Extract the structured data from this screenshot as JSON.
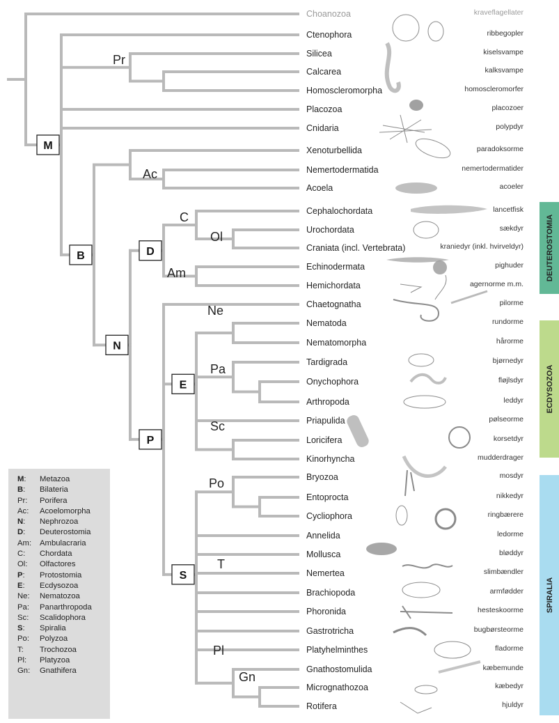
{
  "taxa": [
    {
      "name": "Choanozoa",
      "common": "kraveflagellater",
      "muted": true
    },
    {
      "name": "Ctenophora",
      "common": "ribbegopler"
    },
    {
      "name": "Silicea",
      "common": "kiselsvampe"
    },
    {
      "name": "Calcarea",
      "common": "kalksvampe"
    },
    {
      "name": "Homoscleromorpha",
      "common": "homoscleromorfer"
    },
    {
      "name": "Placozoa",
      "common": "placozoer"
    },
    {
      "name": "Cnidaria",
      "common": "polypdyr"
    },
    {
      "name": "Xenoturbellida",
      "common": "paradoksorme"
    },
    {
      "name": "Nemertodermatida",
      "common": "nemertodermatider"
    },
    {
      "name": "Acoela",
      "common": "acoeler"
    },
    {
      "name": "Cephalochordata",
      "common": "lancetfisk"
    },
    {
      "name": "Urochordata",
      "common": "sækdyr"
    },
    {
      "name": "Craniata (incl. Vertebrata)",
      "common": "kraniedyr (inkl. hvirveldyr)"
    },
    {
      "name": "Echinodermata",
      "common": "pighuder"
    },
    {
      "name": "Hemichordata",
      "common": "agernorme m.m."
    },
    {
      "name": "Chaetognatha",
      "common": "pilorme"
    },
    {
      "name": "Nematoda",
      "common": "rundorme"
    },
    {
      "name": "Nematomorpha",
      "common": "hårorme"
    },
    {
      "name": "Tardigrada",
      "common": "bjørnedyr"
    },
    {
      "name": "Onychophora",
      "common": "fløjlsdyr"
    },
    {
      "name": "Arthropoda",
      "common": "leddyr"
    },
    {
      "name": "Priapulida",
      "common": "pølseorme"
    },
    {
      "name": "Loricifera",
      "common": "korsetdyr"
    },
    {
      "name": "Kinorhyncha",
      "common": "mudderdrager"
    },
    {
      "name": "Bryozoa",
      "common": "mosdyr"
    },
    {
      "name": "Entoprocta",
      "common": "nikkedyr"
    },
    {
      "name": "Cycliophora",
      "common": "ringbærere"
    },
    {
      "name": "Annelida",
      "common": "ledorme"
    },
    {
      "name": "Mollusca",
      "common": "bløddyr"
    },
    {
      "name": "Nemertea",
      "common": "slimbændler"
    },
    {
      "name": "Brachiopoda",
      "common": "armfødder"
    },
    {
      "name": "Phoronida",
      "common": "hesteskoorme"
    },
    {
      "name": "Gastrotricha",
      "common": "bugbørsteorme"
    },
    {
      "name": "Platyhelminthes",
      "common": "fladorme"
    },
    {
      "name": "Gnathostomulida",
      "common": "kæbemunde"
    },
    {
      "name": "Micrognathozoa",
      "common": "kæbedyr"
    },
    {
      "name": "Rotifera",
      "common": "hjuldyr"
    }
  ],
  "clade_labels": {
    "Pr": "Pr",
    "Ac": "Ac",
    "C": "C",
    "Ol": "Ol",
    "Am": "Am",
    "Ne": "Ne",
    "Pa": "Pa",
    "Sc": "Sc",
    "Po": "Po",
    "T": "T",
    "Pl": "Pl",
    "Gn": "Gn"
  },
  "boxed_clades": {
    "M": "M",
    "B": "B",
    "N": "N",
    "D": "D",
    "E": "E",
    "P": "P",
    "S": "S"
  },
  "side_bands": [
    {
      "label": "DEUTEROSTOMIA",
      "color": "#62b896"
    },
    {
      "label": "ECDYSOZOA",
      "color": "#bdda8c"
    },
    {
      "label": "SPIRALIA",
      "color": "#a9dcf0"
    }
  ],
  "legend": [
    {
      "abbr": "M",
      "sep": ":",
      "name": "Metazoa",
      "bold": true
    },
    {
      "abbr": "B",
      "sep": ":",
      "name": "Bilateria",
      "bold": true
    },
    {
      "abbr": "Pr",
      "sep": ":",
      "name": "Porifera",
      "bold": false
    },
    {
      "abbr": "Ac",
      "sep": ":",
      "name": "Acoelomorpha",
      "bold": false
    },
    {
      "abbr": "N",
      "sep": ":",
      "name": "Nephrozoa",
      "bold": true
    },
    {
      "abbr": "D",
      "sep": ":",
      "name": "Deuterostomia",
      "bold": true
    },
    {
      "abbr": "Am",
      "sep": ":",
      "name": "Ambulacraria",
      "bold": false
    },
    {
      "abbr": "C",
      "sep": ":",
      "name": "Chordata",
      "bold": false
    },
    {
      "abbr": "Ol",
      "sep": ":",
      "name": "Olfactores",
      "bold": false
    },
    {
      "abbr": "P",
      "sep": ":",
      "name": "Protostomia",
      "bold": true
    },
    {
      "abbr": "E",
      "sep": ":",
      "name": "Ecdysozoa",
      "bold": true
    },
    {
      "abbr": "Ne",
      "sep": ":",
      "name": "Nematozoa",
      "bold": false
    },
    {
      "abbr": "Pa",
      "sep": ":",
      "name": "Panarthropoda",
      "bold": false
    },
    {
      "abbr": "Sc",
      "sep": ":",
      "name": "Scalidophora",
      "bold": false
    },
    {
      "abbr": "S",
      "sep": ":",
      "name": "Spiralia",
      "bold": true
    },
    {
      "abbr": "Po",
      "sep": ":",
      "name": "Polyzoa",
      "bold": false
    },
    {
      "abbr": "T",
      "sep": ":",
      "name": "Trochozoa",
      "bold": false
    },
    {
      "abbr": "Pl",
      "sep": ":",
      "name": "Platyzoa",
      "bold": false
    },
    {
      "abbr": "Gn",
      "sep": ":",
      "name": "Gnathifera",
      "bold": false
    }
  ],
  "colors": {
    "branch": "#b9b9b9",
    "muted_text": "#9a9a9a",
    "legend_bg": "#dcdcdc",
    "illustration": "#8a8a8a"
  }
}
